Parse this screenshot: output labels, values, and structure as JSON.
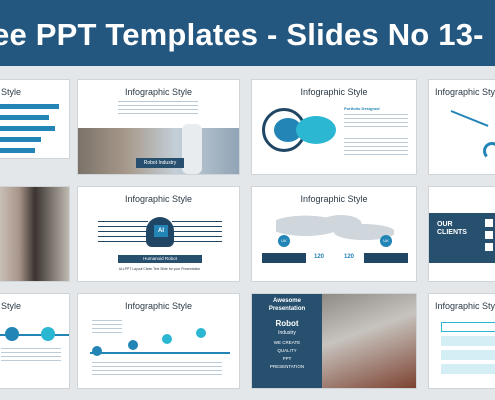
{
  "banner": {
    "title": "ee PPT Templates - Slides No 13-"
  },
  "slides": {
    "r1c1": {
      "title": "Style"
    },
    "r1c2": {
      "title": "Infographic Style",
      "caption": "Robot Industry"
    },
    "r1c3": {
      "title": "Infographic Style",
      "heading": "Portfolio Designed"
    },
    "r1c4": {
      "title": "Infographic Style"
    },
    "r2c2": {
      "title": "Infographic Style",
      "badge": "AI",
      "caption": "Humanoid Robot",
      "subcaption": "ALLPPT Layout Clean Text Slide for your Presentation"
    },
    "r2c3": {
      "title": "Infographic Style",
      "num1": "120",
      "num2": "120",
      "label_left": "UK",
      "label_right": "UK"
    },
    "r2c4": {
      "heading": "OUR CLIENTS"
    },
    "r3c1": {
      "title": "Style"
    },
    "r3c2": {
      "title": "Infographic Style"
    },
    "r3c3": {
      "line1": "Awesome",
      "line2": "Presentation",
      "line3": "Robot",
      "line4": "Industry",
      "line5": "WE CREATE",
      "line6": "QUALITY",
      "line7": "PPT",
      "line8": "PRESENTATION"
    },
    "r3c4": {
      "title": "Infographic Style"
    }
  },
  "colors": {
    "banner": "#24577f",
    "accent": "#2384b6",
    "teal": "#2bb7d1",
    "dark": "#1f4664"
  }
}
